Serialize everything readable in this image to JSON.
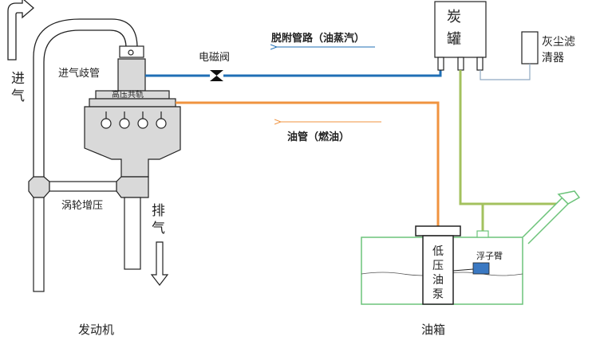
{
  "labels": {
    "intake_1": "进",
    "intake_2": "气",
    "intake_manifold": "进气歧管",
    "high_pressure_rail": "高压共轨",
    "turbo": "涡轮增压",
    "exhaust_1": "排",
    "exhaust_2": "气",
    "engine": "发动机",
    "solenoid_valve": "电磁阀",
    "purge_line": "脱附管路（油蒸汽）",
    "fuel_line": "油管（燃油）",
    "canister_1": "炭",
    "canister_2": "罐",
    "dust_filter_1": "灰尘滤",
    "dust_filter_2": "清器",
    "pump_1": "低",
    "pump_2": "压",
    "pump_3": "油",
    "pump_4": "泵",
    "float_arm": "浮子臂",
    "tank": "油箱"
  },
  "colors": {
    "purge_line": "#1f6fb5",
    "fuel_line": "#f0933f",
    "vent_line": "#a3c15e",
    "tank_outline": "#6cc37a",
    "float_arm": "#3a78c2",
    "outline": "#222222"
  }
}
